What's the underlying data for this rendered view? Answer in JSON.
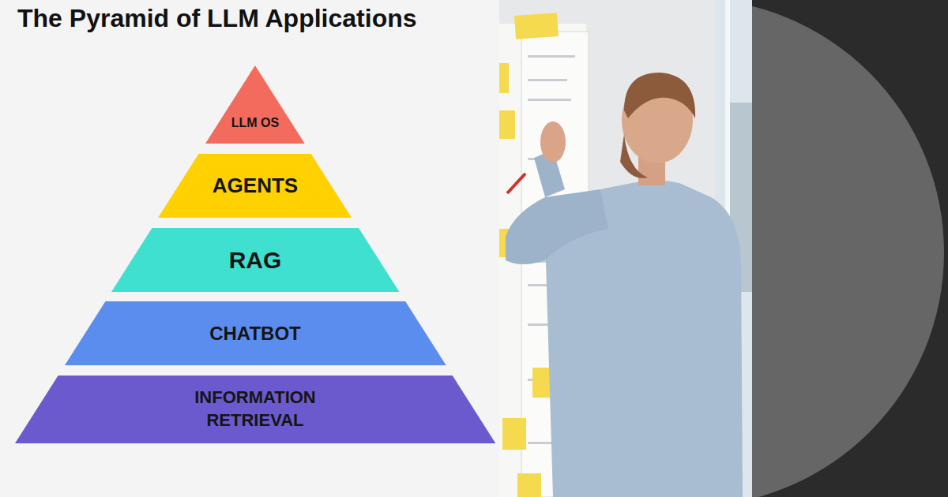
{
  "diagram": {
    "title": "The Pyramid of LLM Applications",
    "nodes": [
      {
        "text": [
          "LLM OS"
        ]
      },
      {
        "text": [
          "AGENTS"
        ]
      },
      {
        "text": [
          "RAG"
        ]
      },
      {
        "text": [
          "CHATBOT"
        ]
      },
      {
        "text": [
          "INFORMATION RETRIEVAL"
        ]
      }
    ]
  }
}
